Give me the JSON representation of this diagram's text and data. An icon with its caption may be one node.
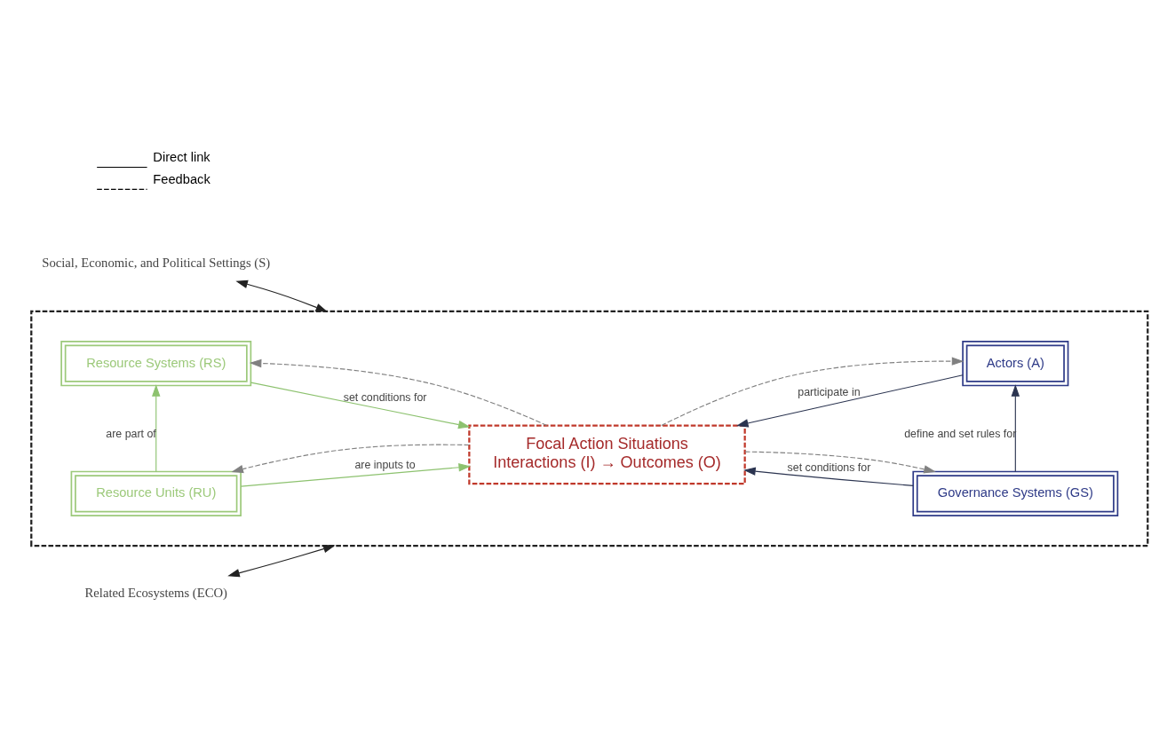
{
  "diagram": {
    "nodes": [
      {
        "text": [
          "Social, Economic, and Political Settings (S)"
        ]
      },
      {
        "text": [],
        "shape": "box"
      },
      {
        "text": [
          "Related Ecosystems (ECO)"
        ]
      },
      {
        "text": [
          "Resource Systems (RS)"
        ],
        "in": 1
      },
      {
        "text": [
          "Governance Systems (GS)"
        ],
        "in": 1
      },
      {
        "text": [
          "Focal Action Situations",
          "Interactions (I) → Outcomes (O)"
        ],
        "in": 1
      },
      {
        "text": [
          "Resource Units (RU)"
        ],
        "in": 1
      },
      {
        "text": [
          "Actors (A)"
        ],
        "in": 1
      }
    ],
    "edges": [
      {
        "from": 0,
        "to": 1,
        "arrow": "both",
        "color": "#222222"
      },
      {
        "from": 3,
        "to": 5,
        "label": "set conditions for",
        "arrow": "to",
        "color": "#8dc26f"
      },
      {
        "from": 4,
        "to": 5,
        "label": "set conditions for",
        "arrow": "to",
        "color": "#2b3450"
      },
      {
        "from": 4,
        "to": 7,
        "label": "define and set rules for",
        "arrow": "to",
        "color": "#2b3450"
      },
      {
        "from": 6,
        "to": 3,
        "label": "are part of",
        "arrow": "to",
        "color": "#8dc26f"
      },
      {
        "from": 6,
        "to": 5,
        "label": "are inputs to",
        "arrow": "to",
        "color": "#8dc26f"
      },
      {
        "from": 7,
        "to": 5,
        "label": "participate in",
        "arrow": "to",
        "color": "#2b3450"
      },
      {
        "from": 5,
        "to": 3,
        "arrow": "to",
        "style": "dashed",
        "color": "#808080"
      },
      {
        "from": 5,
        "to": 4,
        "arrow": "to",
        "style": "dashed",
        "color": "#808080"
      },
      {
        "from": 5,
        "to": 6,
        "arrow": "to",
        "style": "dashed",
        "color": "#808080"
      },
      {
        "from": 5,
        "to": 7,
        "arrow": "to",
        "style": "dashed",
        "color": "#808080"
      },
      {
        "from": 1,
        "to": 2,
        "arrow": "both",
        "color": "#222222"
      }
    ],
    "legend": [
      {
        "text": "Direct link"
      },
      {
        "text": "Feedback"
      }
    ]
  }
}
